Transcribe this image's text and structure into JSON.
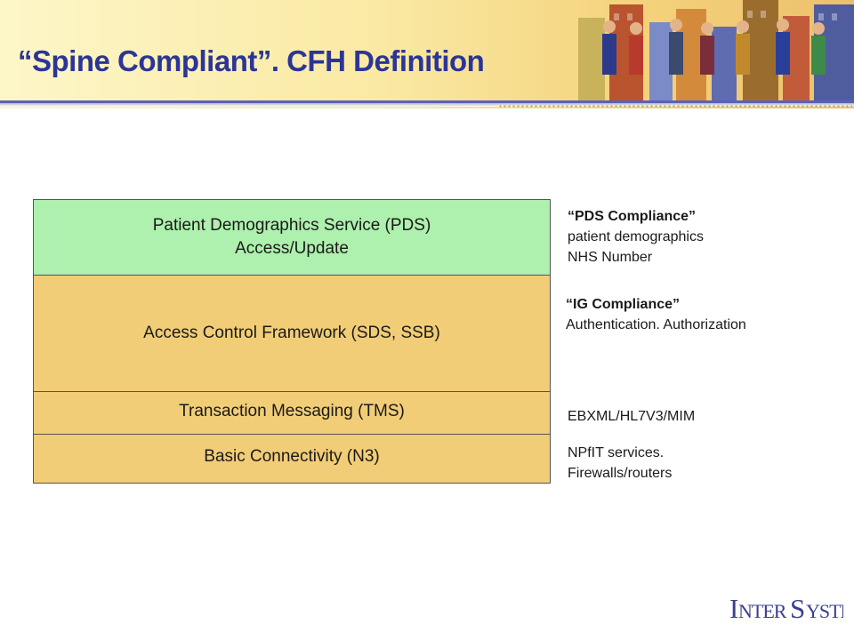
{
  "slide": {
    "title": "“Spine Compliant”. CFH Definition"
  },
  "layers": [
    {
      "lines": [
        "Patient Demographics Service (PDS)",
        "Access/Update"
      ],
      "color": "#aef0ad"
    },
    {
      "lines": [
        "Access Control Framework (SDS, SSB)"
      ],
      "color": "#f2cd77"
    },
    {
      "lines": [
        "Transaction Messaging (TMS)"
      ],
      "color": "#f2cd77"
    },
    {
      "lines": [
        "Basic Connectivity (N3)"
      ],
      "color": "#f2cd77"
    }
  ],
  "notes": [
    {
      "heading": "“PDS Compliance”",
      "lines": [
        "patient demographics",
        "NHS Number"
      ]
    },
    {
      "heading": "“IG Compliance”",
      "lines": [
        "Authentication. Authorization"
      ]
    },
    {
      "heading": "",
      "lines": [
        "EBXML/HL7V3/MIM"
      ]
    },
    {
      "heading": "",
      "lines": [
        "NPfIT services.",
        "Firewalls/routers"
      ]
    }
  ],
  "logo": {
    "text": "InterSystems",
    "icon": "intersystems-logo"
  },
  "colors": {
    "title": "#2b3598",
    "header_rule": "#5b62b4",
    "pds_layer": "#aef0ad",
    "infra_layer": "#f2cd77"
  }
}
